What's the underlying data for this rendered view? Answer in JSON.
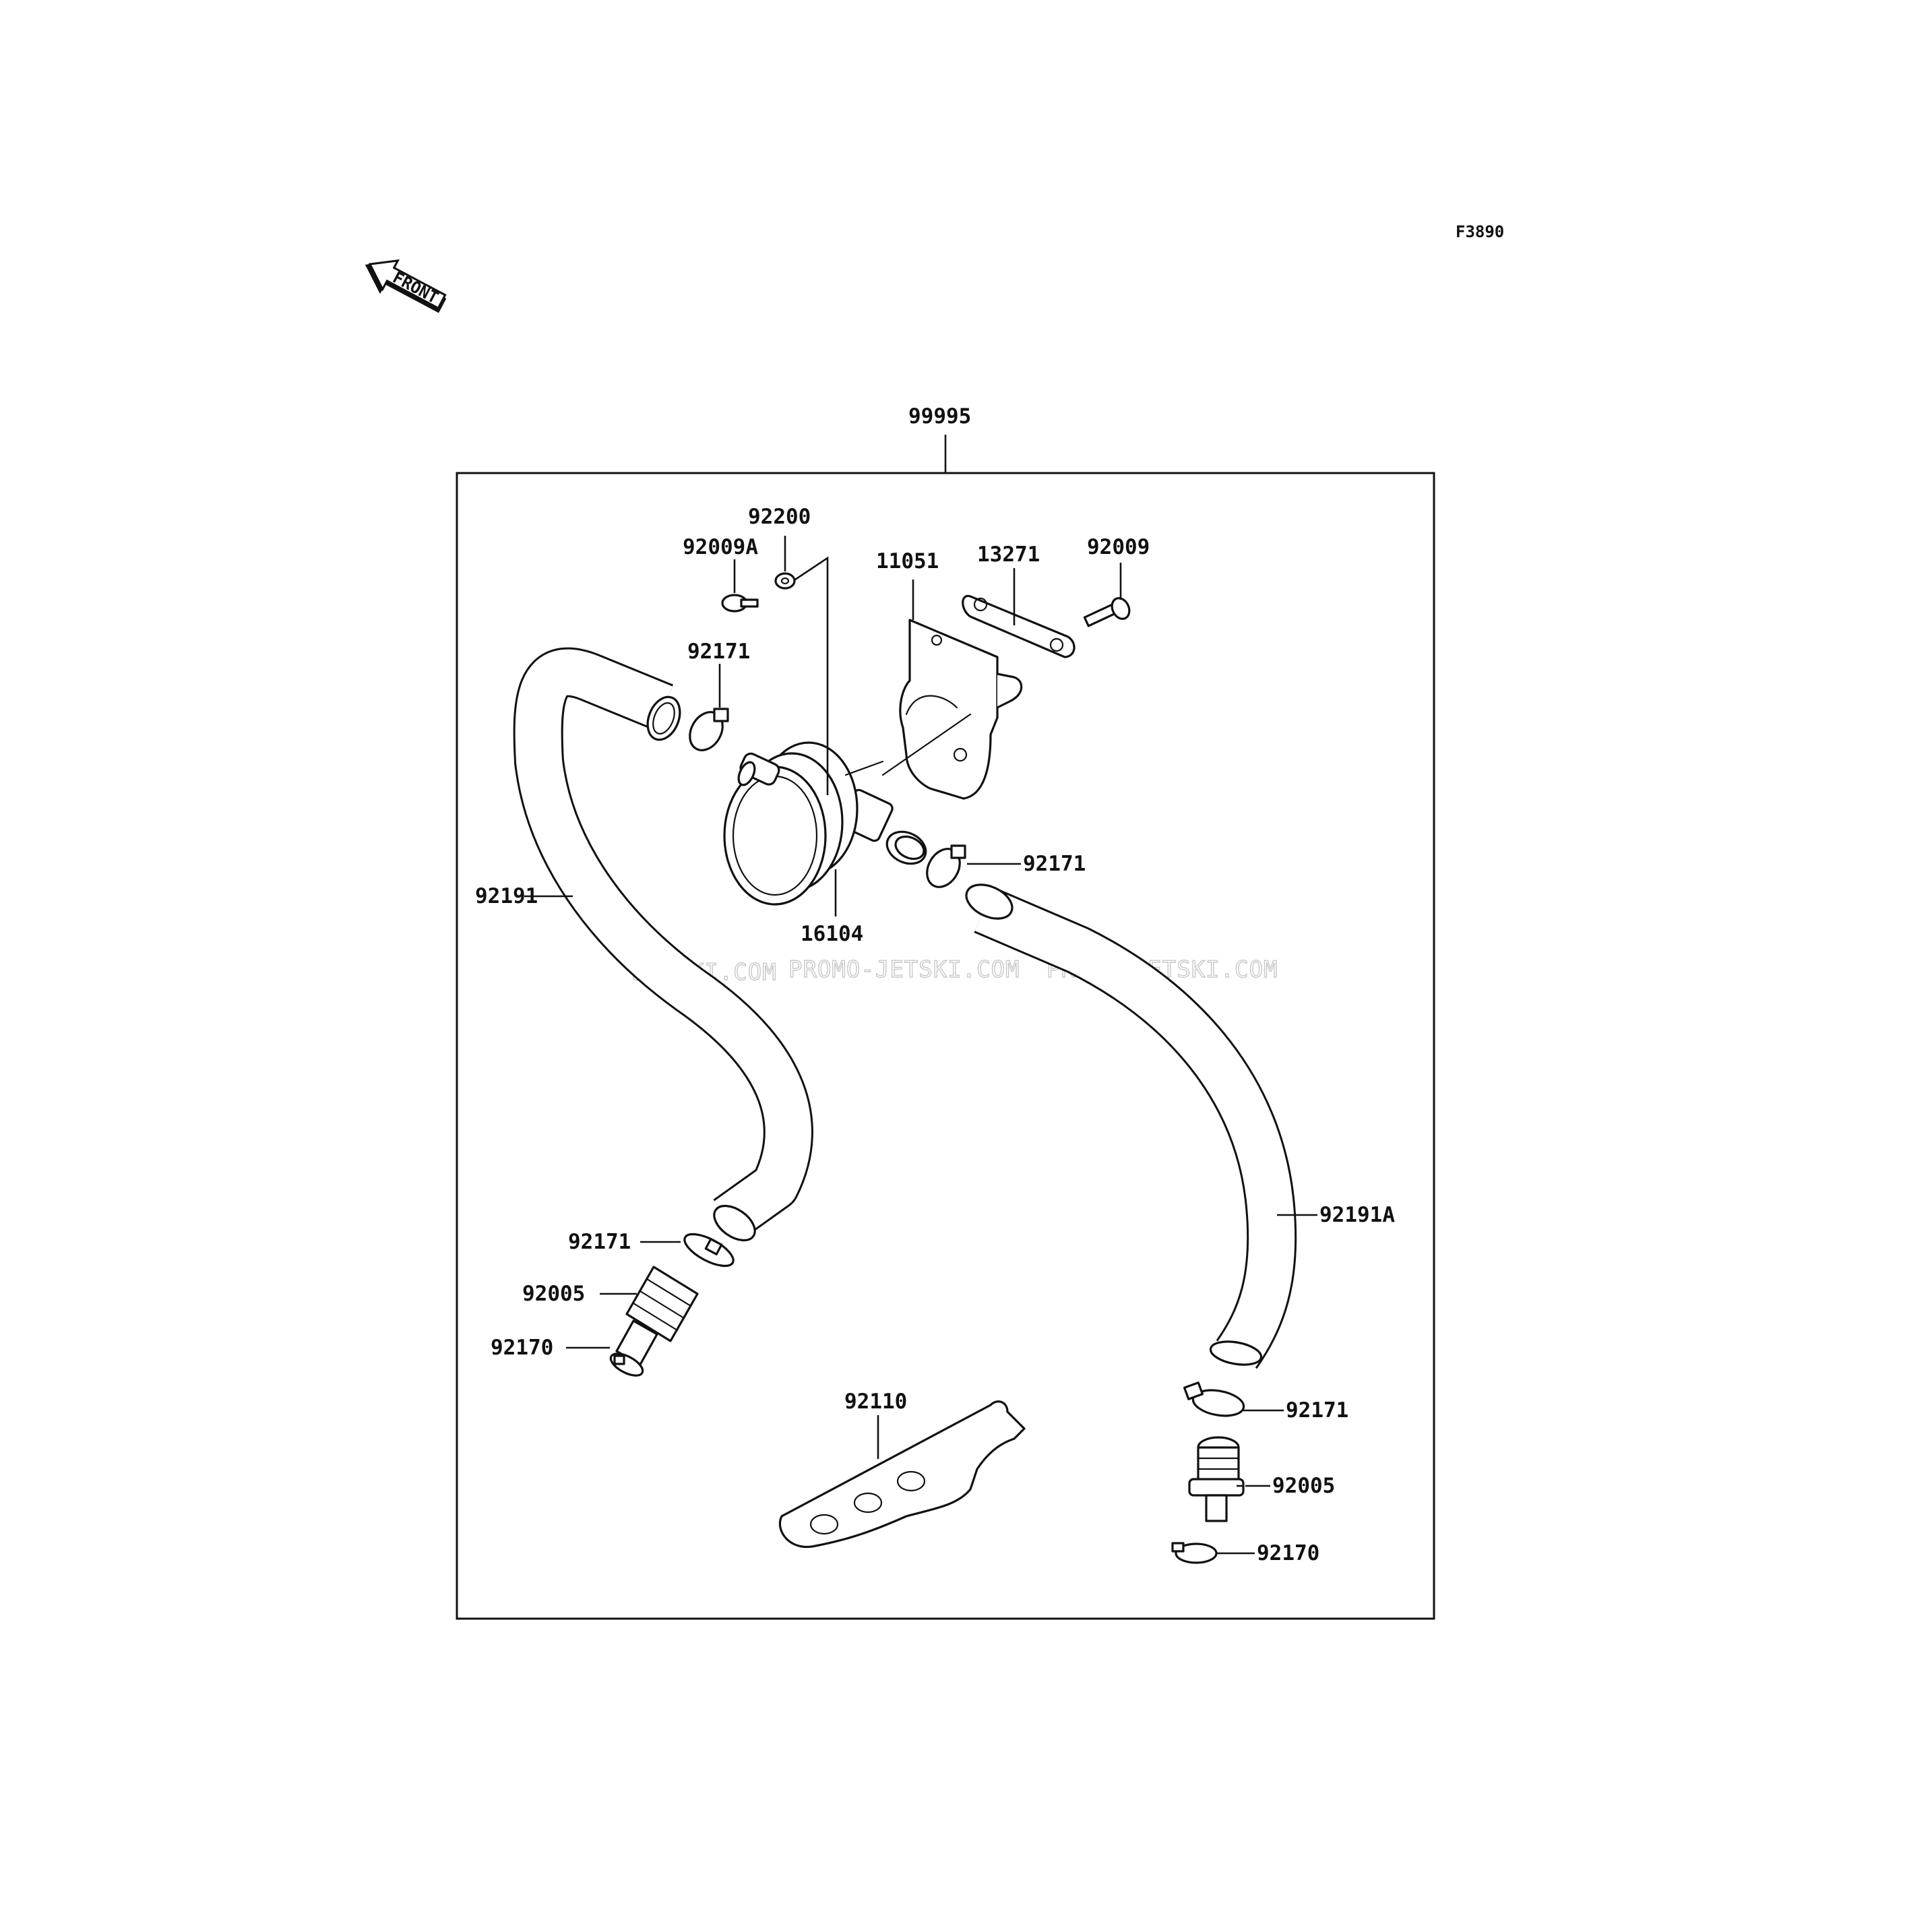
{
  "figure_code": "F3890",
  "front_label": "FRONT",
  "watermark": {
    "a": "JETSKI.COM",
    "b": "PROMO-JETSKI.COM",
    "c": "PROMO-JETSKI.COM"
  },
  "parts": {
    "kit": "99995",
    "washer": "92200",
    "bolt_a": "92009A",
    "bracket": "11051",
    "plate": "13271",
    "bolt": "92009",
    "clamp_top_left": "92171",
    "clamp_top_right": "92171",
    "hose_left": "92191",
    "valve": "16104",
    "hose_right": "92191A",
    "clamp_bottom_left": "92171",
    "fitting_left": "92005",
    "clamp_small_left": "92170",
    "holder": "92110",
    "clamp_bottom_right": "92171",
    "fitting_right": "92005",
    "clamp_small_right": "92170"
  }
}
